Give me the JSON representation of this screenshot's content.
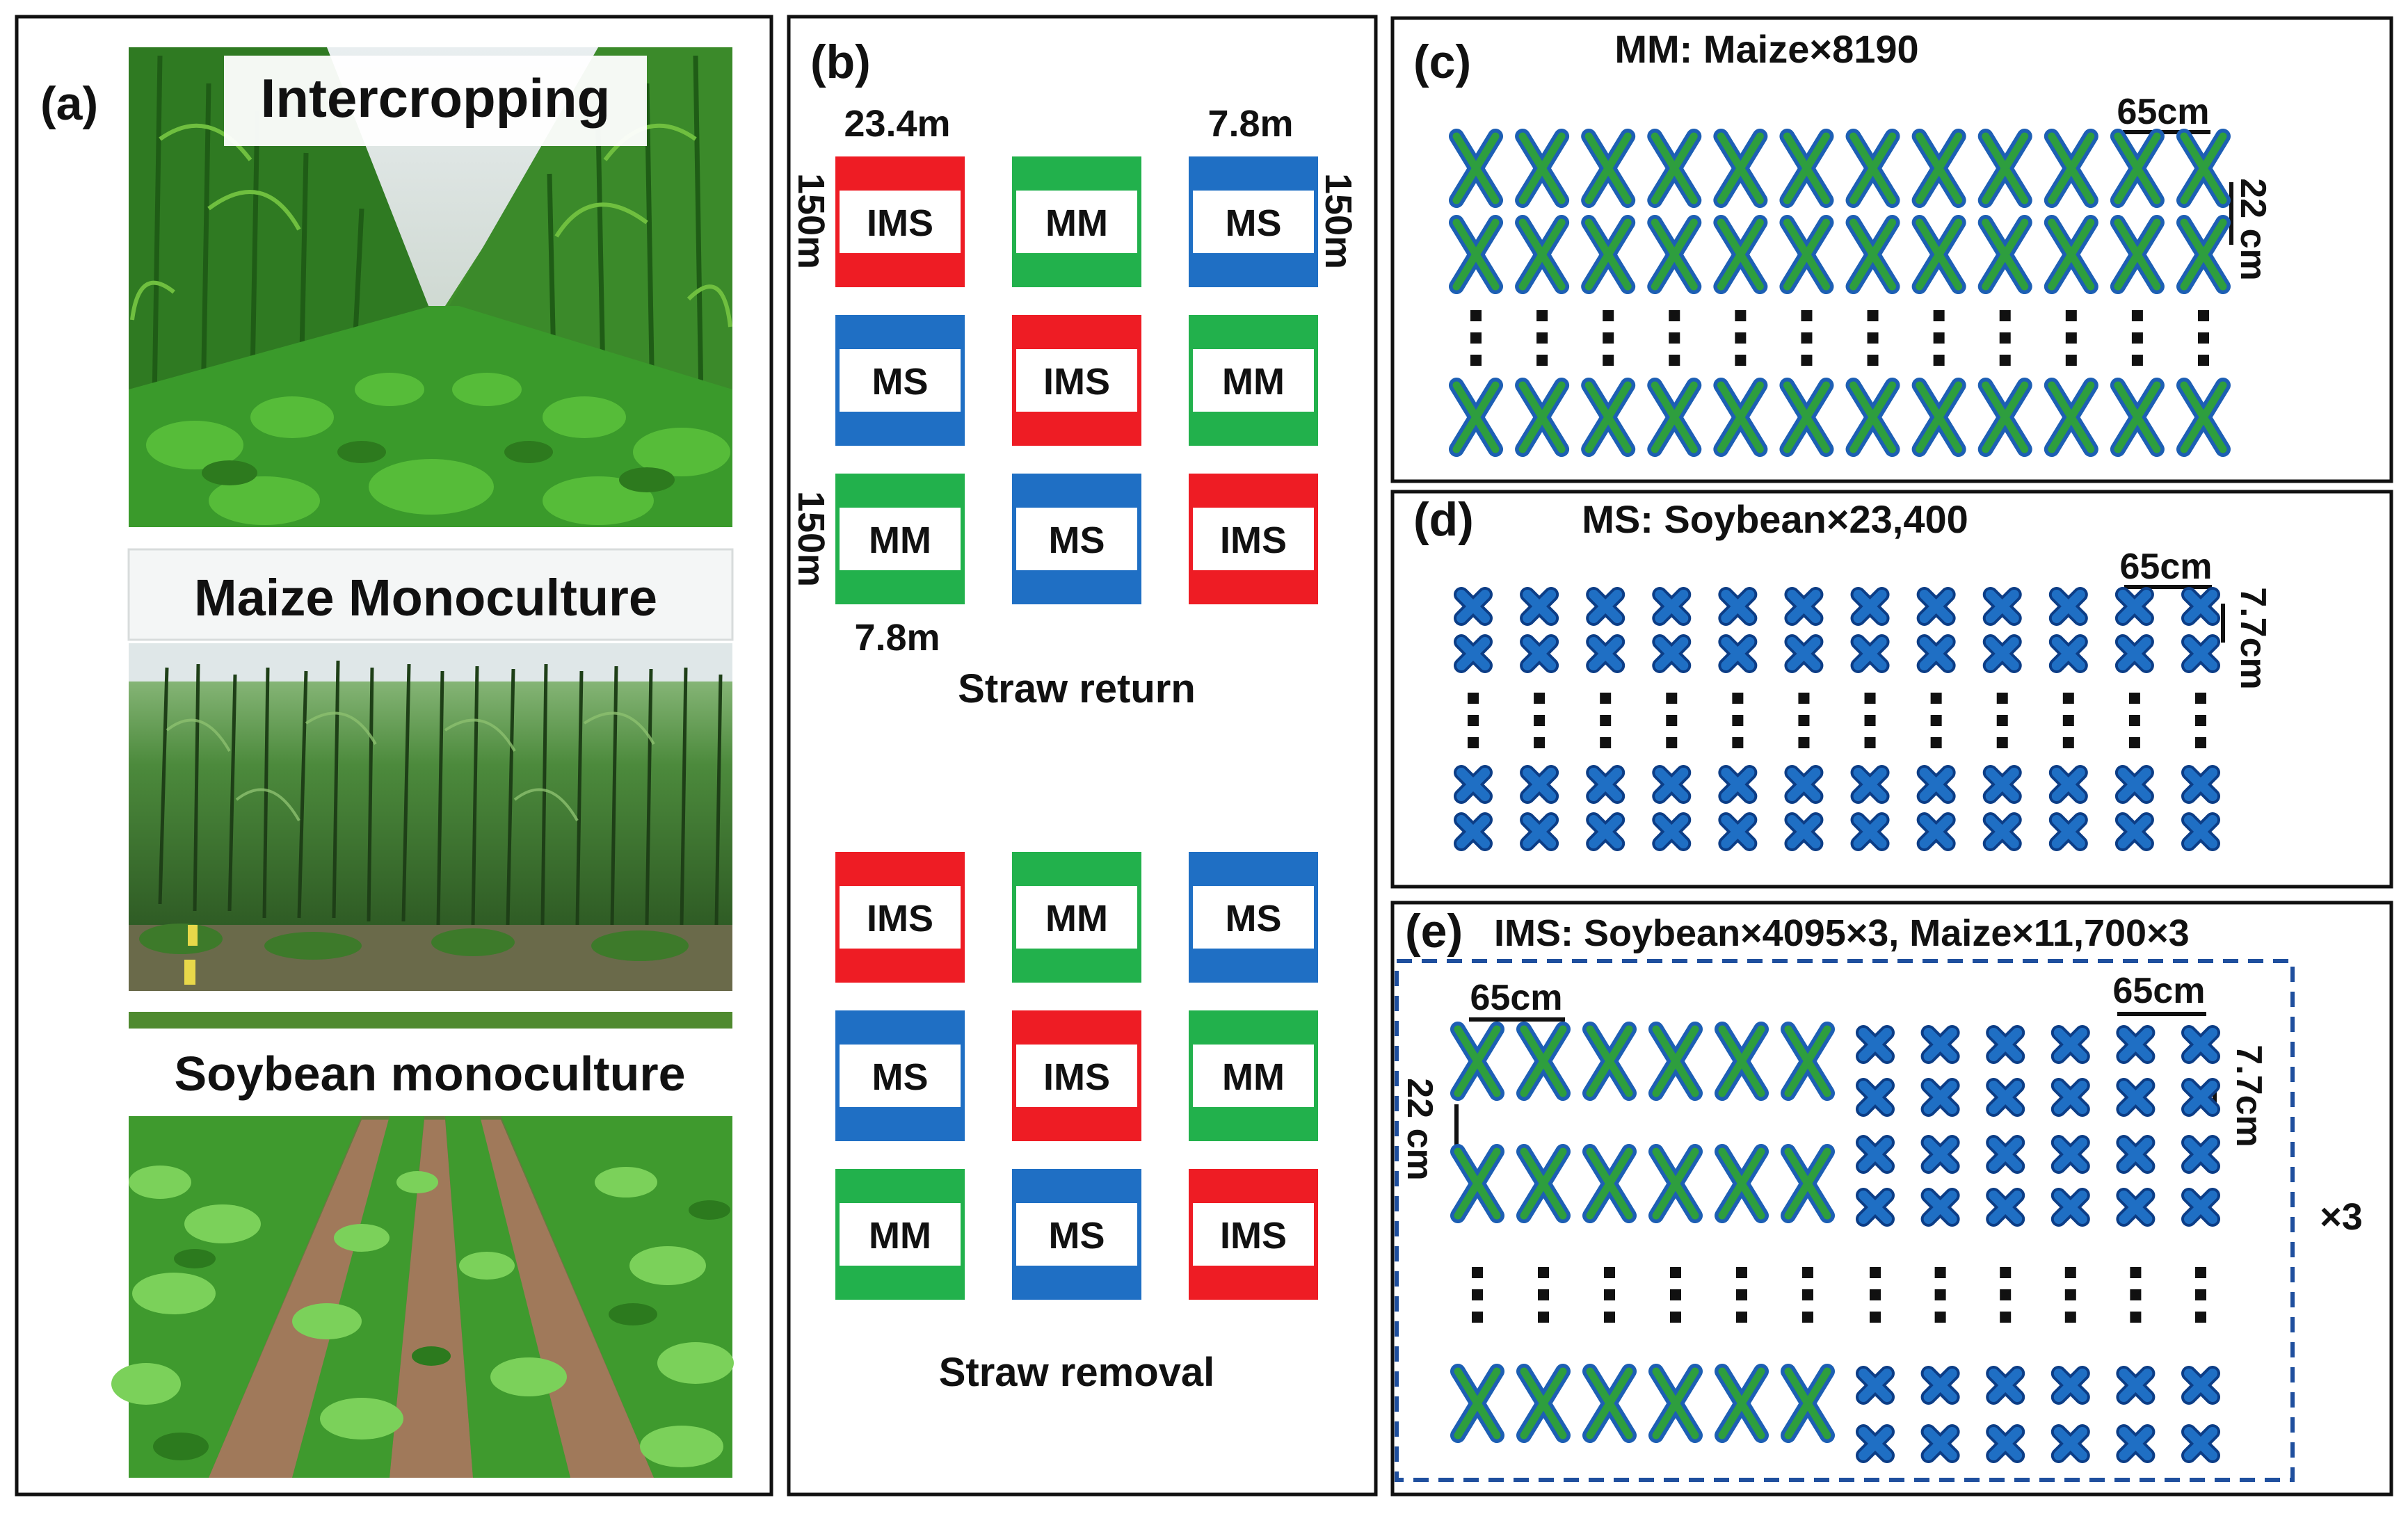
{
  "panel_a": {
    "letter": "(a)",
    "photos": [
      {
        "label": "Intercropping",
        "icon": "intercropping-field-photo"
      },
      {
        "label": "Maize Monoculture",
        "icon": "maize-field-photo"
      },
      {
        "label": "Soybean monoculture",
        "icon": "soybean-field-photo"
      }
    ]
  },
  "panel_b": {
    "letter": "(b)",
    "dims": {
      "top_width_left": "23.4m",
      "top_width_right": "7.8m",
      "height_left_top": "150m",
      "height_right_top": "150m",
      "height_left_bottom": "150m",
      "bottom_width": "7.8m"
    },
    "straw_return": {
      "label": "Straw return",
      "grid": [
        [
          "IMS",
          "MM",
          "MS"
        ],
        [
          "MS",
          "IMS",
          "MM"
        ],
        [
          "MM",
          "MS",
          "IMS"
        ]
      ]
    },
    "straw_removal": {
      "label": "Straw removal",
      "grid": [
        [
          "IMS",
          "MM",
          "MS"
        ],
        [
          "MS",
          "IMS",
          "MM"
        ],
        [
          "MM",
          "MS",
          "IMS"
        ]
      ]
    },
    "colors": {
      "IMS": "#ee1c24",
      "MM": "#22b14c",
      "MS": "#1f6fc4"
    }
  },
  "panel_c": {
    "letter": "(c)",
    "title": "MM: Maize×8190",
    "row_spacing": "65cm",
    "plant_spacing": "22 cm",
    "columns": 12,
    "top_rows": 2,
    "bottom_rows": 1
  },
  "panel_d": {
    "letter": "(d)",
    "title": "MS: Soybean×23,400",
    "row_spacing": "65cm",
    "plant_spacing": "7.7cm",
    "columns": 12,
    "top_rows": 2,
    "bottom_rows": 2
  },
  "panel_e": {
    "letter": "(e)",
    "title": "IMS: Soybean×4095×3, Maize×11,700×3",
    "maize_row_spacing": "65cm",
    "soy_row_spacing": "65cm",
    "maize_plant_spacing": "22 cm",
    "soy_plant_spacing": "7.7cm",
    "repeat": "×3",
    "maize_columns": 6,
    "soy_columns": 6
  },
  "icons": {
    "maize": "maize-plant-icon",
    "soybean": "soybean-plant-icon"
  },
  "plant_colors": {
    "maize_fill": "#2e9e3e",
    "maize_edge": "#1d5fb4",
    "soy_fill": "#1f6fc4",
    "soy_edge": "#0c3d86"
  }
}
